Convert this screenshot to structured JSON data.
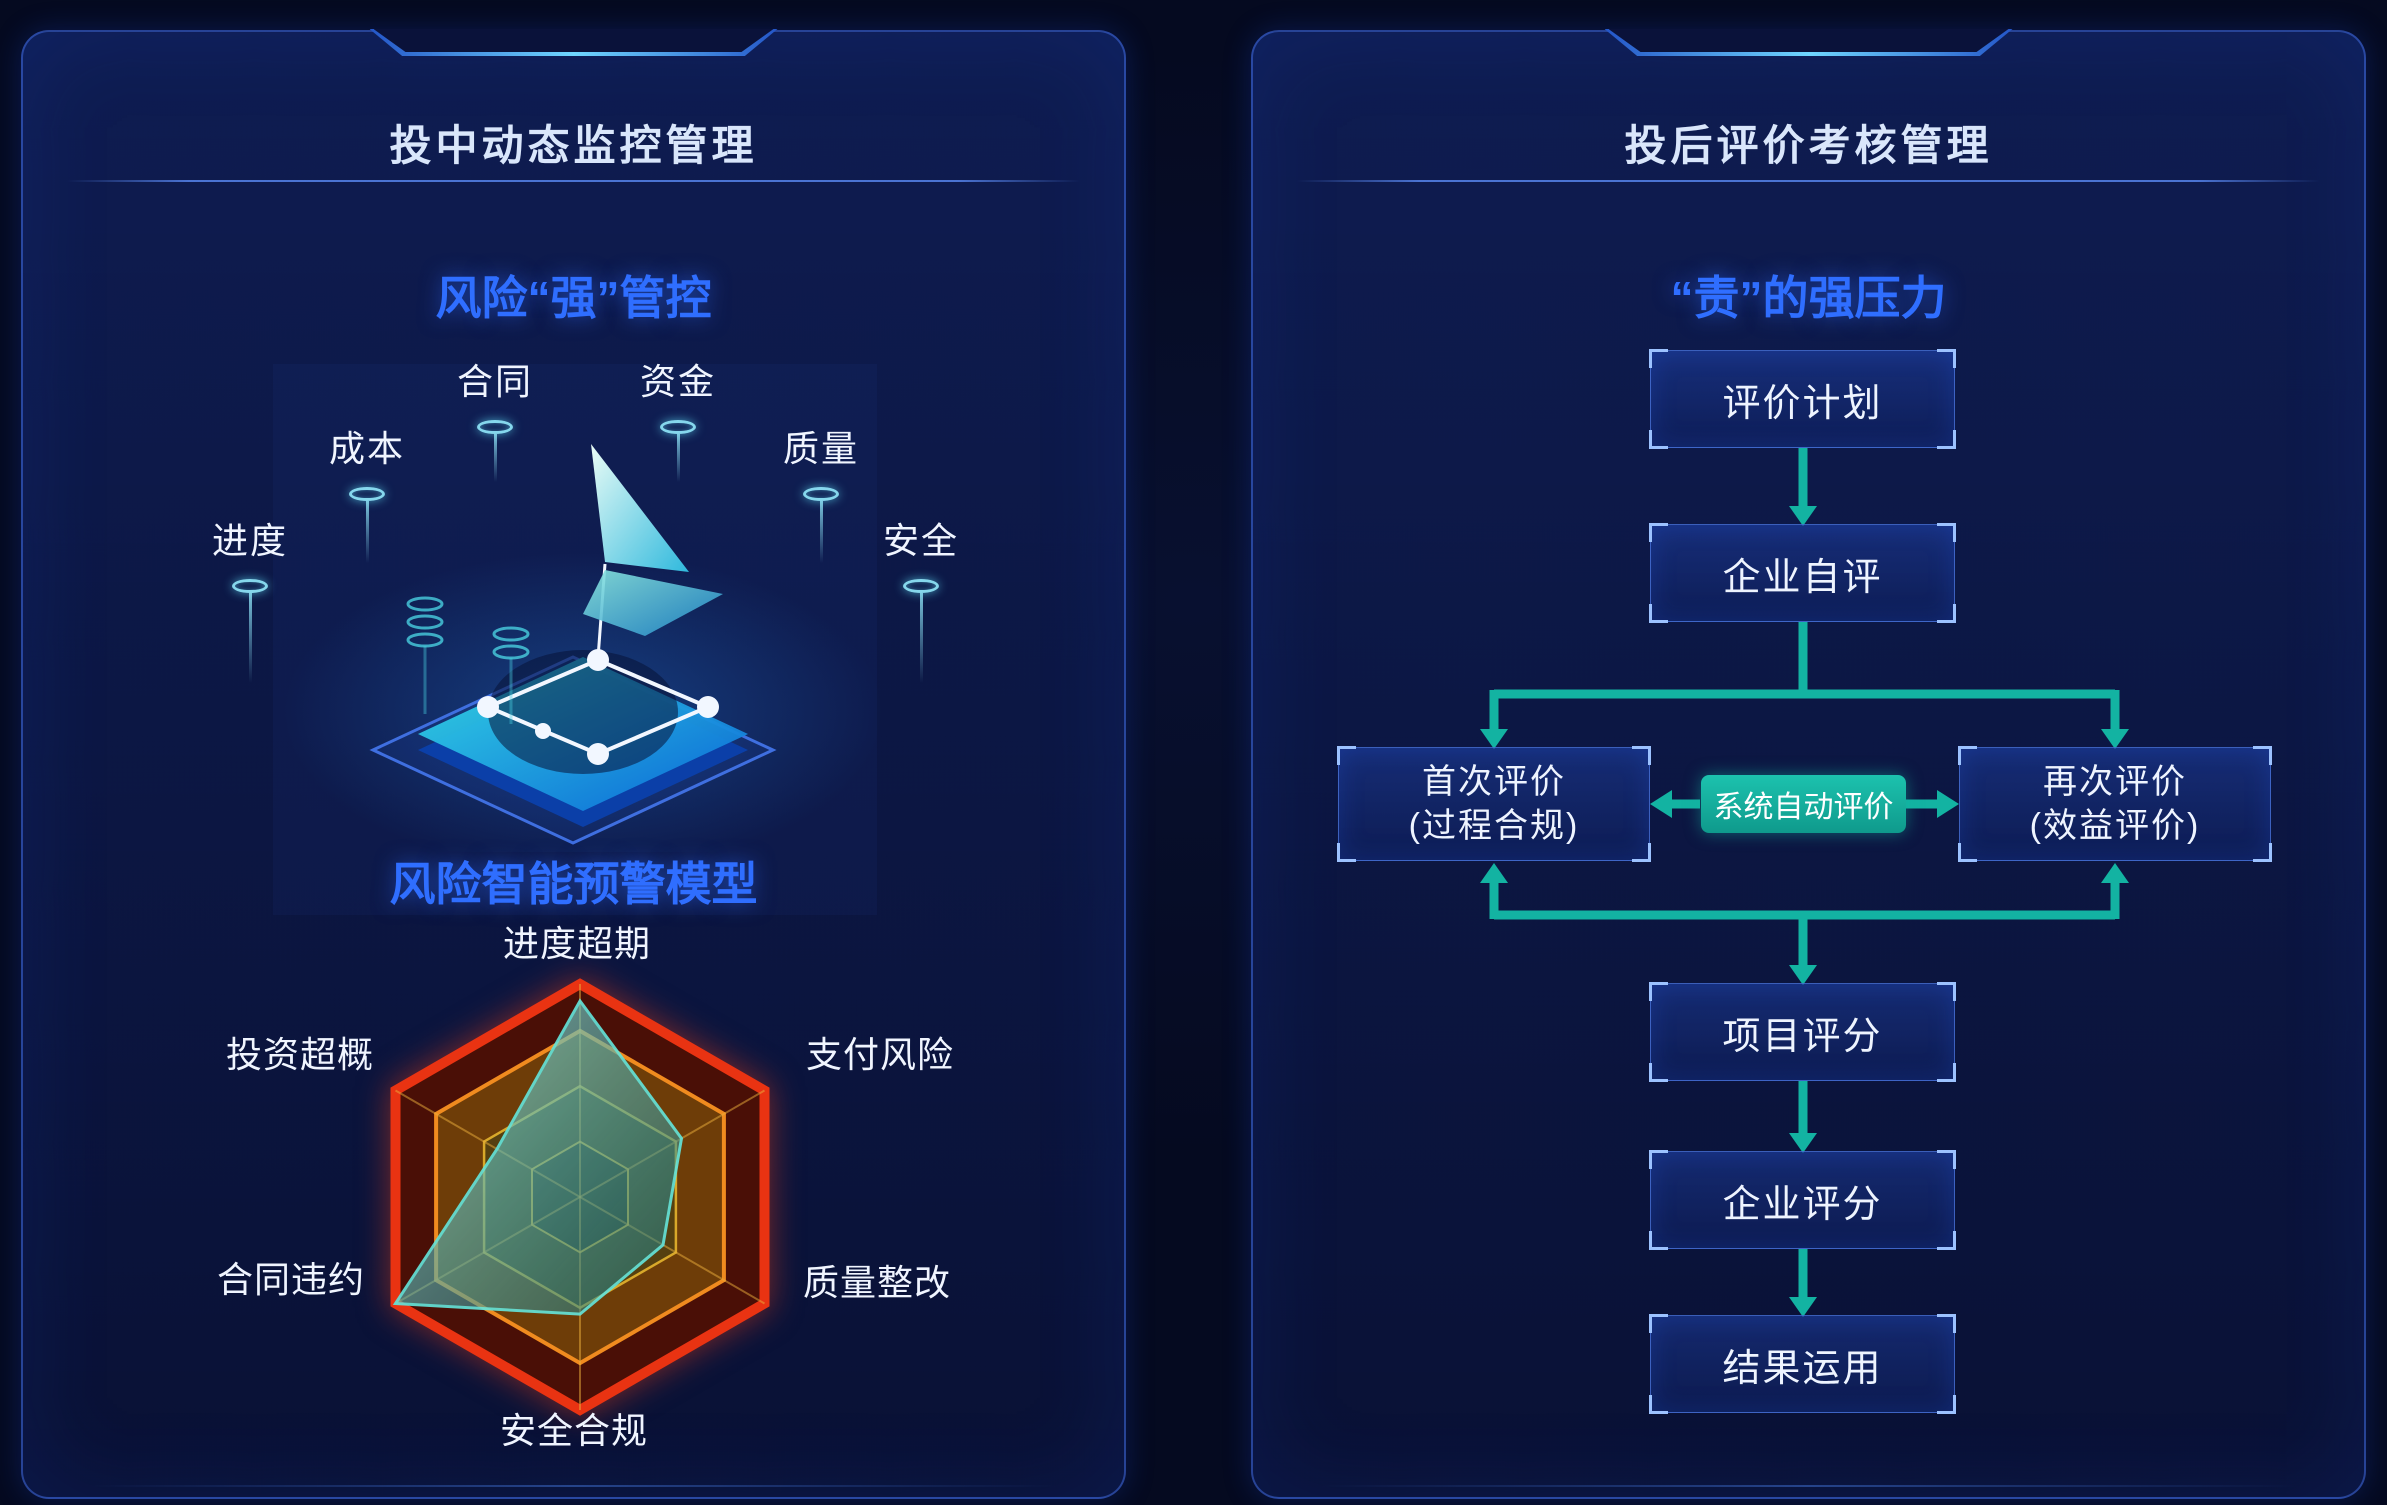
{
  "left_panel": {
    "title": "投中动态监控管理",
    "subtitle": "风险“强”管控",
    "monitor_labels": [
      "合同",
      "资金",
      "成本",
      "质量",
      "进度",
      "安全"
    ],
    "model_title": "风险智能预警模型"
  },
  "right_panel": {
    "title": "投后评价考核管理",
    "subtitle": "“责”的强压力",
    "flow": {
      "plan": "评价计划",
      "self_eval": "企业自评",
      "first_eval": "首次评价\n(过程合规)",
      "auto_eval": "系统自动评价",
      "second_eval": "再次评价\n(效益评价)",
      "project_score": "项目评分",
      "enterprise_score": "企业评分",
      "result_apply": "结果运用"
    }
  },
  "colors": {
    "accent_blue": "#2f6eff",
    "arrow_teal": "#13b3a2",
    "radar_outer_red": "#e93312",
    "radar_orange": "#f08b1f",
    "radar_data_teal": "#64e2d8",
    "box_border_blue": "#5a8cff"
  },
  "chart_data": {
    "type": "radar",
    "title": "风险智能预警模型",
    "categories": [
      "进度超期",
      "支付风险",
      "质量整改",
      "安全合规",
      "合同违约",
      "投资超概"
    ],
    "values": [
      0.92,
      0.55,
      0.45,
      0.55,
      1.0,
      0.45
    ],
    "max": 1,
    "rings": [
      1,
      0.78,
      0.52,
      0.26
    ],
    "legend": false,
    "grid": true
  }
}
